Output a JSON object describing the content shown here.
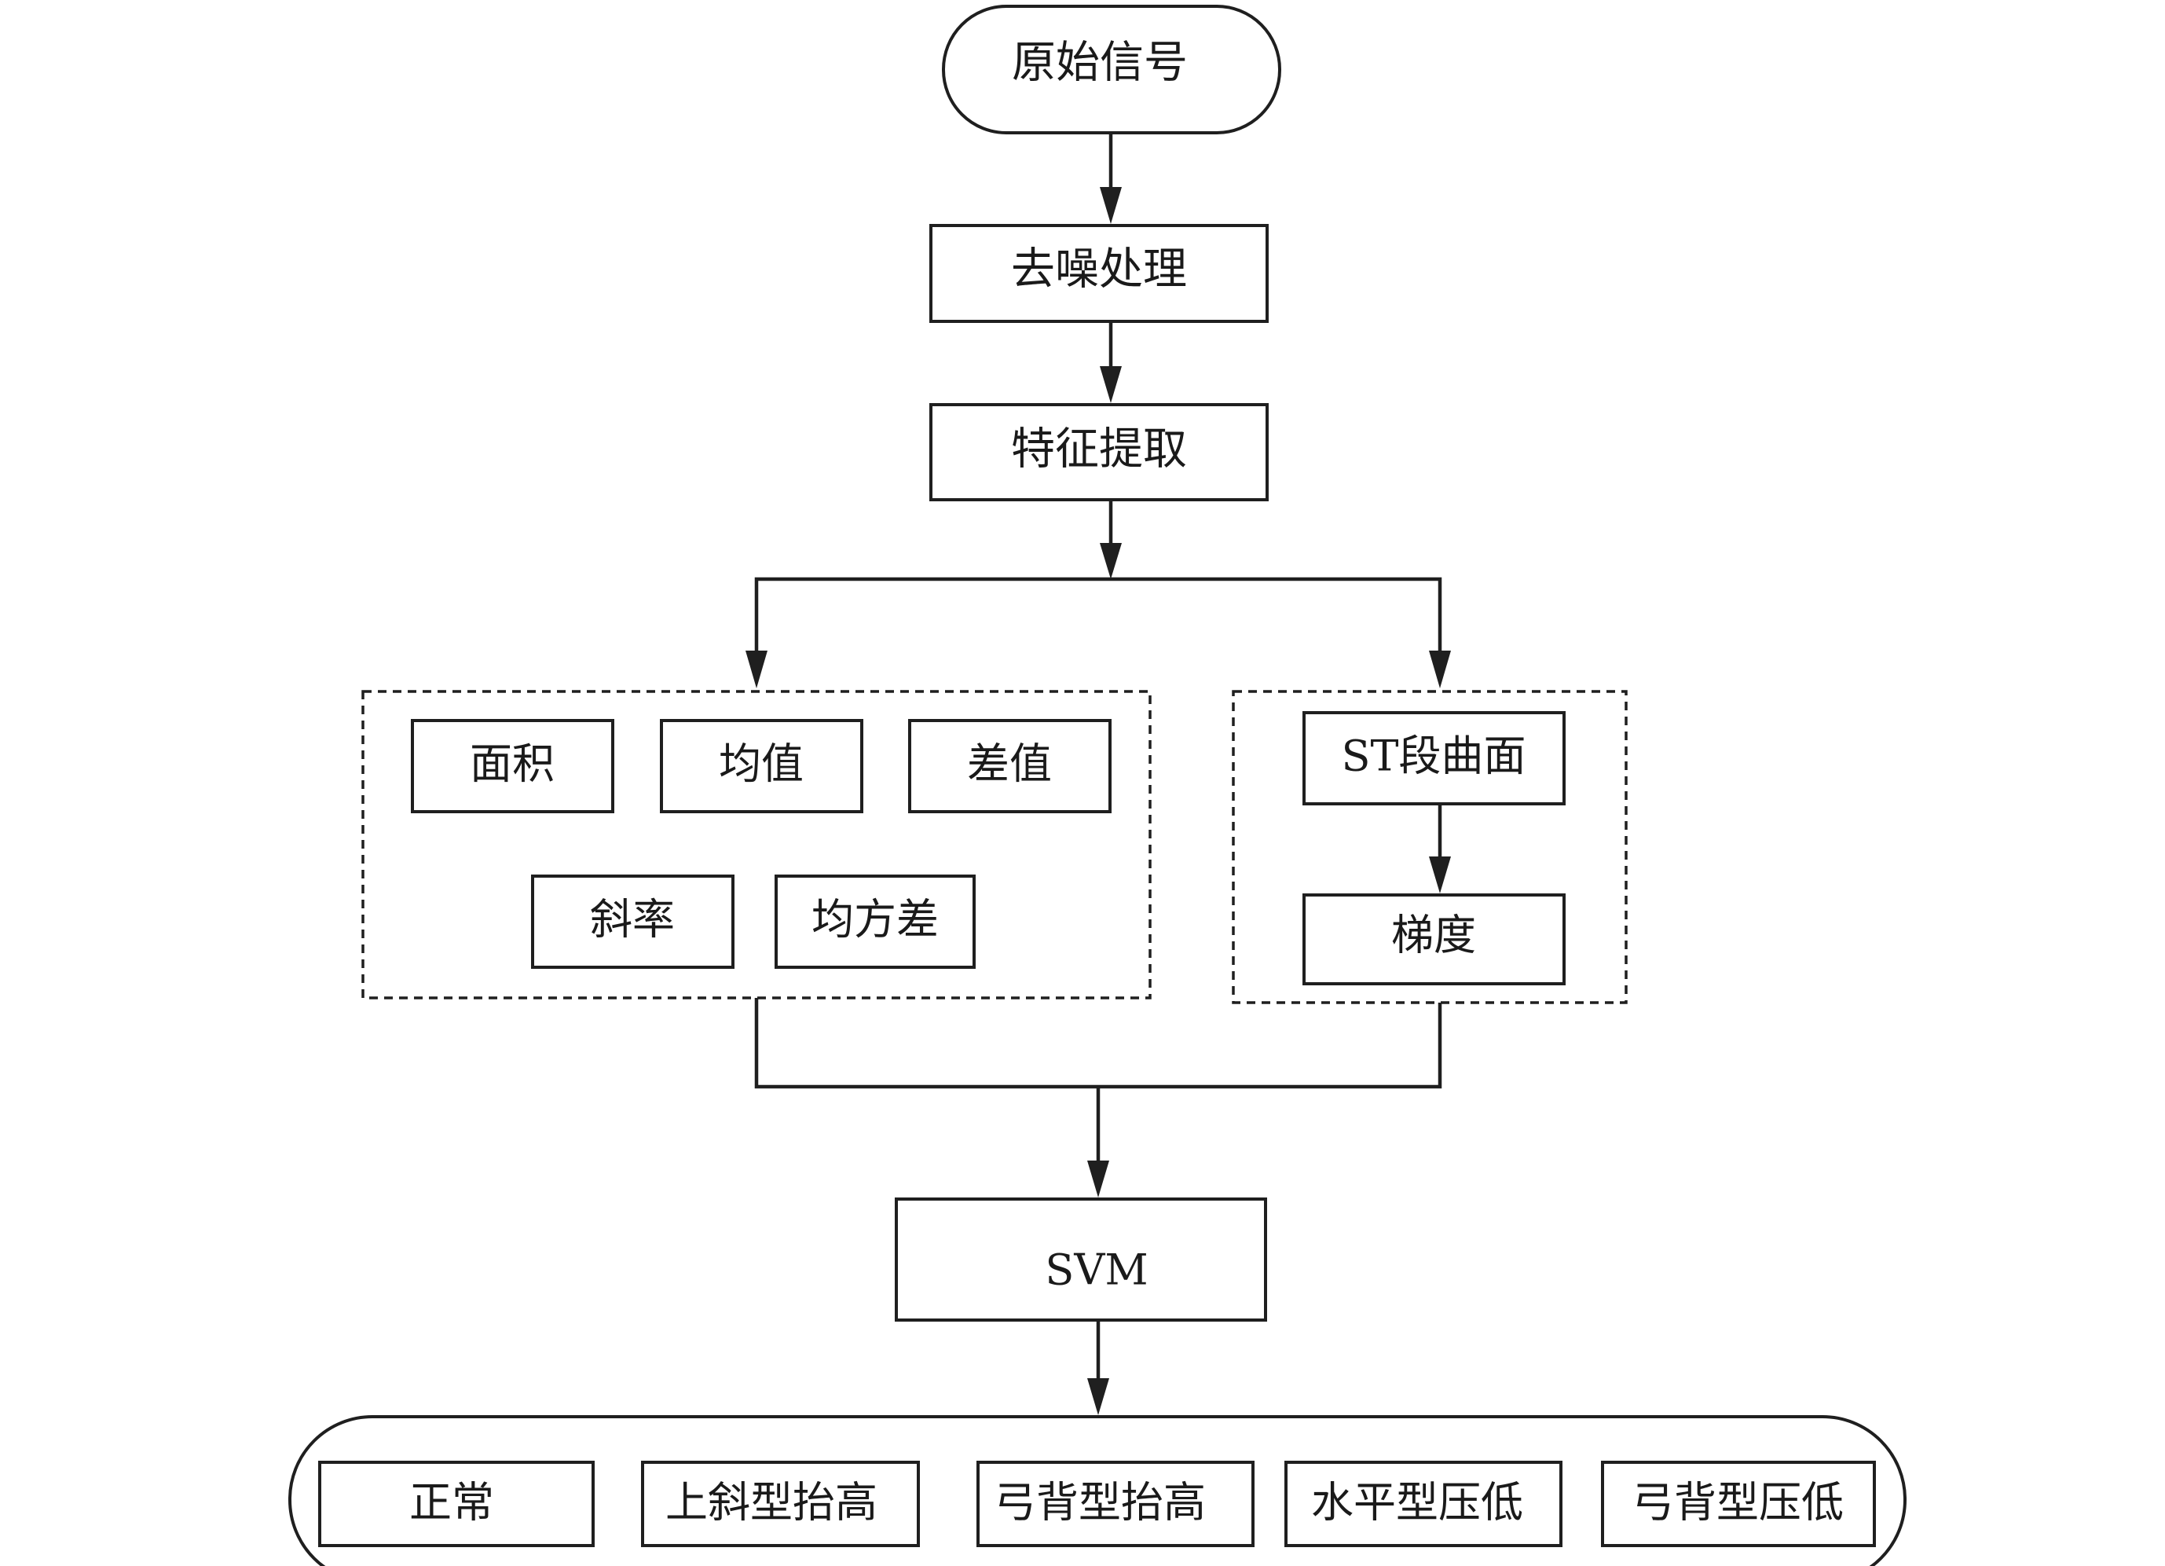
{
  "flowchart": {
    "start": "原始信号",
    "denoise": "去噪处理",
    "feature_extraction": "特征提取",
    "group_left": [
      "面积",
      "均值",
      "差值",
      "斜率",
      "均方差"
    ],
    "group_right": {
      "surface": "ST段曲面",
      "gradient": "梯度"
    },
    "classifier": "SVM",
    "outputs": [
      "正常",
      "上斜型抬高",
      "弓背型抬高",
      "水平型压低",
      "弓背型压低"
    ]
  }
}
